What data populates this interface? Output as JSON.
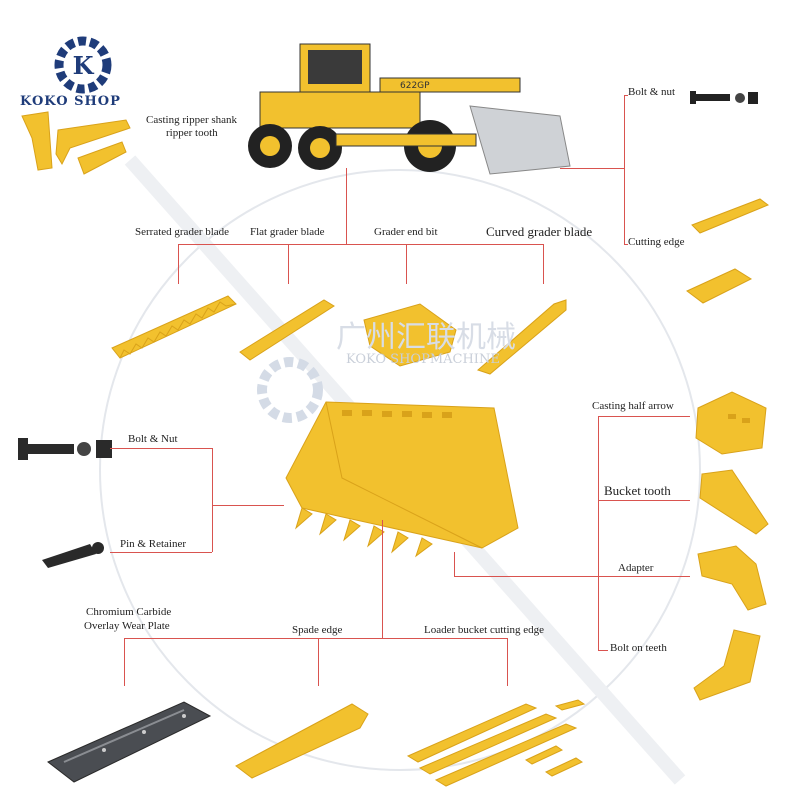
{
  "brand": {
    "name": "KOKO SHOP",
    "watermark_cn": "广州汇联机械",
    "watermark_en": "KOKO SHOPMACHINE"
  },
  "labels": {
    "ripper": [
      "Casting ripper shank",
      "ripper tooth"
    ],
    "bolt_nut_top": "Bolt & nut",
    "cutting_edge": "Cutting edge",
    "serrated_blade": "Serrated grader blade",
    "flat_blade": "Flat grader blade",
    "end_bit": "Grader end bit",
    "curved_blade": "Curved grader blade",
    "bolt_nut_left": "Bolt & Nut",
    "pin_retainer": "Pin & Retainer",
    "casting_half_arrow": "Casting half arrow",
    "bucket_tooth": "Bucket tooth",
    "adapter": "Adapter",
    "bolt_on_teeth": "Bolt on teeth",
    "wear_plate": [
      "Chromium Carbide",
      "Overlay Wear Plate"
    ],
    "spade_edge": "Spade edge",
    "loader_edge": "Loader bucket cutting edge"
  },
  "grader_model": "622GP",
  "colors": {
    "part_yellow": "#f2c12e",
    "part_shade": "#d9a21a",
    "line_red": "#d9534f",
    "brand_blue": "#1f3c7a"
  }
}
